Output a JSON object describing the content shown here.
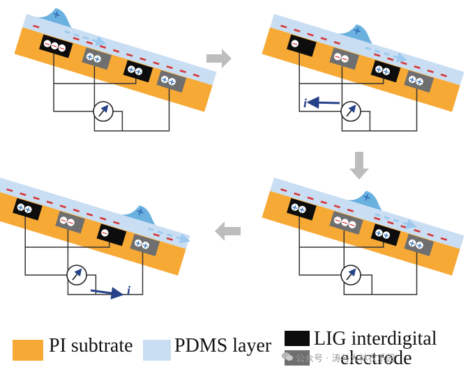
{
  "panels": [
    {
      "id": "top-left",
      "electrodes": [
        {
          "color": "black",
          "charges": [
            "-",
            "-",
            "-"
          ]
        },
        {
          "color": "gray",
          "charges": [
            "+",
            "+"
          ]
        },
        {
          "color": "black",
          "charges": [
            "+",
            "+"
          ]
        },
        {
          "color": "gray",
          "charges": [
            "+",
            "+"
          ]
        }
      ],
      "droplet_position": 0.04,
      "current_label": "",
      "current_direction": ""
    },
    {
      "id": "top-right",
      "electrodes": [
        {
          "color": "black",
          "charges": [
            "-"
          ]
        },
        {
          "color": "gray",
          "charges": [
            "-",
            "-"
          ]
        },
        {
          "color": "black",
          "charges": [
            "+",
            "+"
          ]
        },
        {
          "color": "gray",
          "charges": [
            "+",
            "+"
          ]
        }
      ],
      "droplet_position": 0.32,
      "current_label": "i",
      "current_direction": "left"
    },
    {
      "id": "bottom-right",
      "electrodes": [
        {
          "color": "black",
          "charges": [
            "+",
            "+"
          ]
        },
        {
          "color": "gray",
          "charges": [
            "-",
            "-",
            "-"
          ]
        },
        {
          "color": "black",
          "charges": [
            "+",
            "+"
          ]
        },
        {
          "color": "gray",
          "charges": [
            "+",
            "+"
          ]
        }
      ],
      "droplet_position": 0.37,
      "current_label": "",
      "current_direction": ""
    },
    {
      "id": "bottom-left",
      "electrodes": [
        {
          "color": "black",
          "charges": [
            "+",
            "+"
          ]
        },
        {
          "color": "gray",
          "charges": [
            "-",
            "-"
          ]
        },
        {
          "color": "black",
          "charges": [
            "-"
          ]
        },
        {
          "color": "gray",
          "charges": [
            "+",
            "+"
          ]
        }
      ],
      "droplet_position": 0.62,
      "current_label": "i",
      "current_direction": "right"
    }
  ],
  "colors": {
    "pi_substrate": "#f7a935",
    "pdms_layer": "#c9def3",
    "lig_black": "#0d0d0d",
    "electrode_gray": "#6f6f6f",
    "droplet": "#5aa9dd",
    "positive": "#2f6db3",
    "negative": "#d73434",
    "flow_arrow": "#9ec9ee",
    "current_arrow": "#25418a",
    "process_arrow": "#bdbdbd"
  },
  "legend": {
    "pi_label": "PI subtrate",
    "pdms_label": "PDMS layer",
    "lig_label_line1": "LIG interdigital",
    "lig_label_line2": "electrode"
  },
  "watermark": "公众号 · 涛与大林农乐园"
}
